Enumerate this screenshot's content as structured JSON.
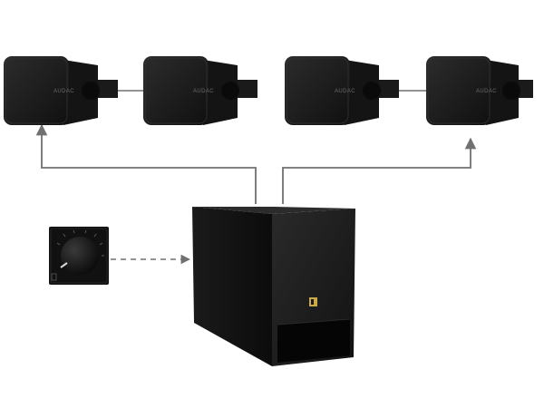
{
  "speaker_brand": "AUDAC",
  "nodes": [
    {
      "id": "speaker-1",
      "kind": "wall-speaker"
    },
    {
      "id": "speaker-2",
      "kind": "wall-speaker"
    },
    {
      "id": "speaker-3",
      "kind": "wall-speaker"
    },
    {
      "id": "speaker-4",
      "kind": "wall-speaker"
    },
    {
      "id": "subwoofer",
      "kind": "subwoofer-amplifier"
    },
    {
      "id": "volume-control",
      "kind": "wall-volume-knob"
    }
  ],
  "connections": [
    {
      "from": "speaker-1",
      "to": "speaker-2",
      "style": "solid-line"
    },
    {
      "from": "speaker-3",
      "to": "speaker-4",
      "style": "solid-line"
    },
    {
      "from": "subwoofer",
      "to": "speaker-1",
      "style": "solid-arrow"
    },
    {
      "from": "subwoofer",
      "to": "speaker-4",
      "style": "solid-arrow"
    },
    {
      "from": "volume-control",
      "to": "subwoofer",
      "style": "dashed-arrow"
    }
  ],
  "colors": {
    "connector": "#707070",
    "device": "#1c1c1c",
    "background": "#ffffff"
  }
}
